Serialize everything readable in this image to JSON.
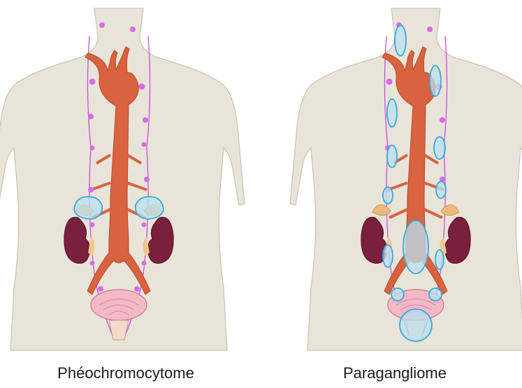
{
  "panels": [
    {
      "caption": "Phéochromocytome"
    },
    {
      "caption": "Paragangliome"
    }
  ],
  "colors": {
    "body": "#e9e4d8",
    "body_outline": "#c9c2b1",
    "aorta": "#d9623f",
    "aorta_dark": "#b8492d",
    "kidney": "#7a1f3d",
    "adrenal": "#f0b87a",
    "chain": "#c84fe0",
    "node": "#d86be8",
    "tumor_fill": "#b8e2f2",
    "tumor_stroke": "#3aa8dd",
    "bladder": "#f3b9c7"
  },
  "icons": [
    "human-torso-silhouette",
    "aorta",
    "kidney",
    "adrenal-gland",
    "bladder",
    "sympathetic-chain"
  ]
}
